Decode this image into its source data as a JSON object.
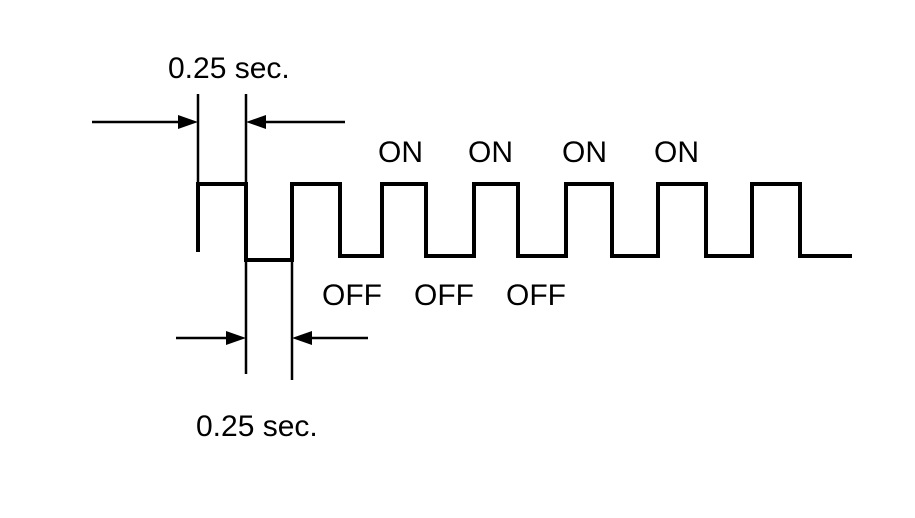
{
  "timing": {
    "high_duration_label": "0.25 sec.",
    "low_duration_label": "0.25 sec."
  },
  "states": {
    "on_labels": [
      "ON",
      "ON",
      "ON",
      "ON"
    ],
    "off_labels": [
      "OFF",
      "OFF",
      "OFF"
    ]
  },
  "colors": {
    "line": "#000000",
    "background": "#ffffff"
  }
}
